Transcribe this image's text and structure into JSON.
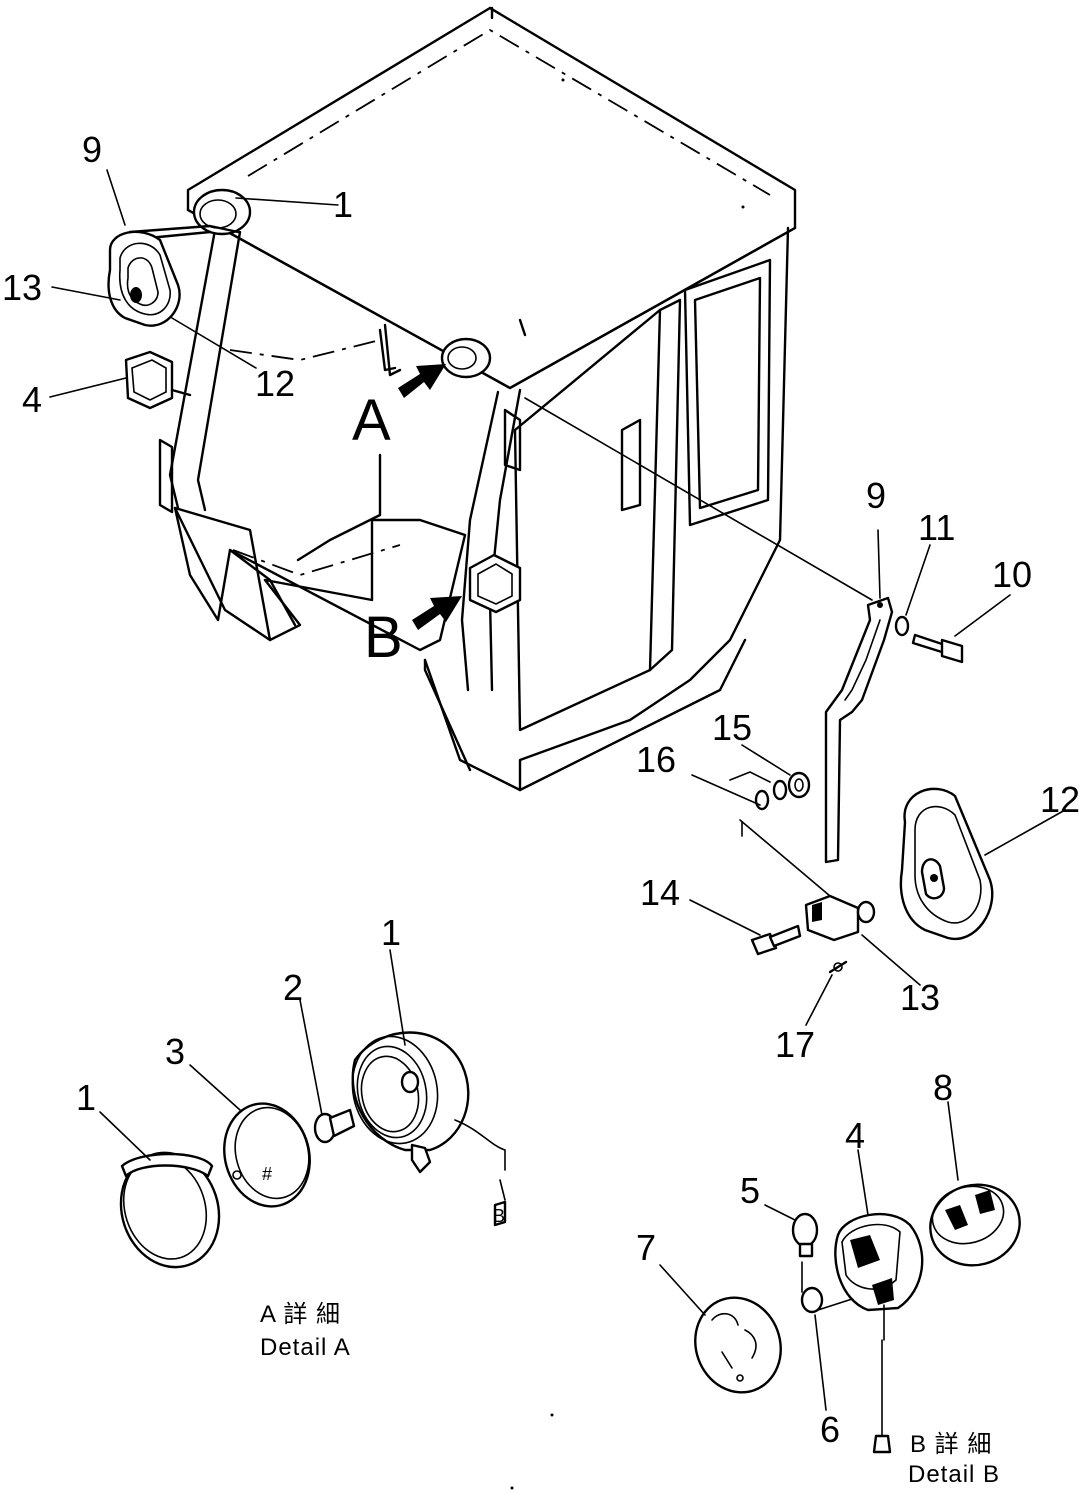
{
  "callouts": {
    "c1_top": "1",
    "c9_left": "9",
    "c13_left": "13",
    "c12_left": "12",
    "c4_left": "4",
    "c9_right": "9",
    "c11": "11",
    "c10": "10",
    "c15": "15",
    "c16": "16",
    "c12_right": "12",
    "c14": "14",
    "c13_right": "13",
    "c17": "17",
    "c1_detailA_lamp": "1",
    "c2": "2",
    "c3": "3",
    "c1_detailA_rim": "1",
    "c8": "8",
    "c4_detailB": "4",
    "c5": "5",
    "c7": "7",
    "c6": "6"
  },
  "view_markers": {
    "a": "A",
    "b": "B"
  },
  "detail_a": {
    "caption_jp": "A 詳 細",
    "caption_en": "Detail A",
    "connector_mark": "B"
  },
  "detail_b": {
    "caption_jp": "B 詳 細",
    "caption_en": "Detail B"
  },
  "lens_mark": "#"
}
